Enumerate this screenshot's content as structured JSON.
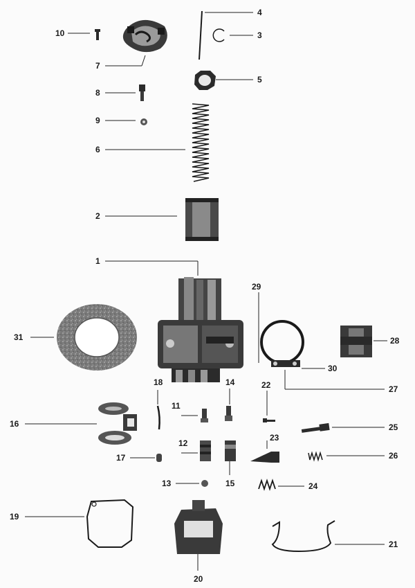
{
  "callouts": [
    {
      "id": "c1",
      "text": "1"
    },
    {
      "id": "c2",
      "text": "2"
    },
    {
      "id": "c3",
      "text": "3"
    },
    {
      "id": "c4",
      "text": "4"
    },
    {
      "id": "c5",
      "text": "5"
    },
    {
      "id": "c6",
      "text": "6"
    },
    {
      "id": "c7",
      "text": "7"
    },
    {
      "id": "c8",
      "text": "8"
    },
    {
      "id": "c9",
      "text": "9"
    },
    {
      "id": "c10",
      "text": "10"
    },
    {
      "id": "c11",
      "text": "11"
    },
    {
      "id": "c12",
      "text": "12"
    },
    {
      "id": "c13",
      "text": "13"
    },
    {
      "id": "c14",
      "text": "14"
    },
    {
      "id": "c15",
      "text": "15"
    },
    {
      "id": "c16",
      "text": "16"
    },
    {
      "id": "c17",
      "text": "17"
    },
    {
      "id": "c18",
      "text": "18"
    },
    {
      "id": "c19",
      "text": "19"
    },
    {
      "id": "c20",
      "text": "20"
    },
    {
      "id": "c21",
      "text": "21"
    },
    {
      "id": "c22",
      "text": "22"
    },
    {
      "id": "c23",
      "text": "23"
    },
    {
      "id": "c24",
      "text": "24"
    },
    {
      "id": "c25",
      "text": "25"
    },
    {
      "id": "c26",
      "text": "26"
    },
    {
      "id": "c27",
      "text": "27"
    },
    {
      "id": "c28",
      "text": "28"
    },
    {
      "id": "c29",
      "text": "29"
    },
    {
      "id": "c30",
      "text": "30"
    },
    {
      "id": "c31",
      "text": "31"
    }
  ],
  "colors": {
    "ink": "#1a1a1a",
    "part_dark": "#2b2b2b",
    "part_mid": "#6e6e6e",
    "part_light": "#bdbdbd",
    "paper": "#fbfbfb"
  }
}
